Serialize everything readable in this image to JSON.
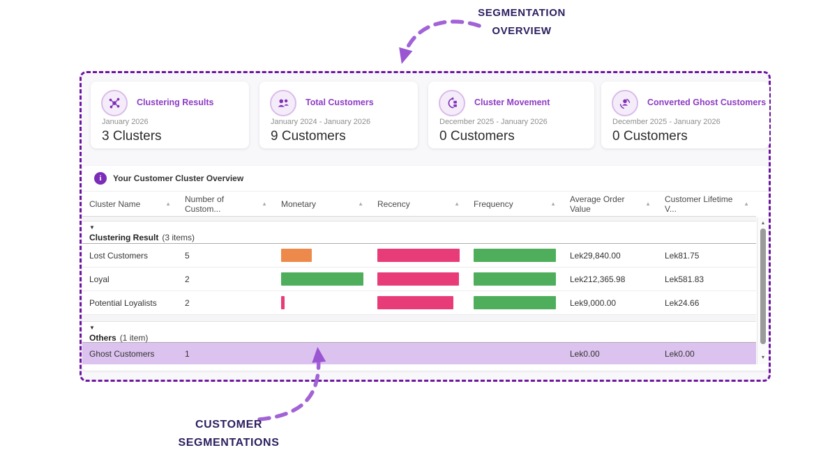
{
  "annotations": {
    "top": {
      "line1": "SEGMENTATION",
      "line2": "OVERVIEW"
    },
    "bottom": {
      "line1": "CUSTOMER",
      "line2": "SEGMENTATIONS"
    }
  },
  "cards": [
    {
      "title": "Clustering Results",
      "period": "January 2026",
      "value": "3 Clusters",
      "icon": "cluster-network-icon"
    },
    {
      "title": "Total Customers",
      "period": "January 2024 - January 2026",
      "value": "9 Customers",
      "icon": "people-icon"
    },
    {
      "title": "Cluster Movement",
      "period": "December 2025 - January 2026",
      "value": "0 Customers",
      "icon": "refresh-squares-icon"
    },
    {
      "title": "Converted Ghost Customers",
      "period": "December 2025 - January 2026",
      "value": "0 Customers",
      "icon": "person-sync-icon"
    }
  ],
  "overview": {
    "title": "Your Customer Cluster Overview",
    "icon": "info-icon"
  },
  "table": {
    "sort_icon": "▲",
    "collapse_icon": "▼",
    "headers": [
      "Cluster Name",
      "Number of Custom...",
      "Monetary",
      "Recency",
      "Frequency",
      "Average Order Value",
      "Customer Lifetime V..."
    ],
    "groups": [
      {
        "name": "Clustering Result",
        "count": "(3 items)",
        "rows": [
          {
            "name": "Lost Customers",
            "customers": "5",
            "monetary_bar": {
              "width": 44,
              "color": "#ED8A4B"
            },
            "recency_bar": {
              "width": 121,
              "color": "#E83C79"
            },
            "frequency_bar": {
              "width": 122,
              "color": "#4EAE5B"
            },
            "aov": "Lek29,840.00",
            "clv": "Lek81.75"
          },
          {
            "name": "Loyal",
            "customers": "2",
            "monetary_bar": {
              "width": 122,
              "color": "#4EAE5B"
            },
            "recency_bar": {
              "width": 117,
              "color": "#E83C79"
            },
            "frequency_bar": {
              "width": 122,
              "color": "#4EAE5B"
            },
            "aov": "Lek212,365.98",
            "clv": "Lek581.83"
          },
          {
            "name": "Potential Loyalists",
            "customers": "2",
            "monetary_bar": {
              "width": 5,
              "color": "#E83C79"
            },
            "recency_bar": {
              "width": 109,
              "color": "#E83C79"
            },
            "frequency_bar": {
              "width": 122,
              "color": "#4EAE5B"
            },
            "aov": "Lek9,000.00",
            "clv": "Lek24.66"
          }
        ]
      },
      {
        "name": "Others",
        "count": "(1 item)",
        "rows": [
          {
            "name": "Ghost Customers",
            "customers": "1",
            "aov": "Lek0.00",
            "clv": "Lek0.00",
            "highlighted": true
          }
        ]
      }
    ]
  },
  "scrollbar": {
    "up": "▲",
    "down": "▼"
  },
  "colors": {
    "accent_purple": "#8e3cc4",
    "dashed_border": "#6d15a1",
    "arrow": "#a263d6",
    "annotation_text": "#2d2060",
    "highlight_row": "#dcc2ee",
    "bar_orange": "#ED8A4B",
    "bar_pink": "#E83C79",
    "bar_green": "#4EAE5B"
  }
}
